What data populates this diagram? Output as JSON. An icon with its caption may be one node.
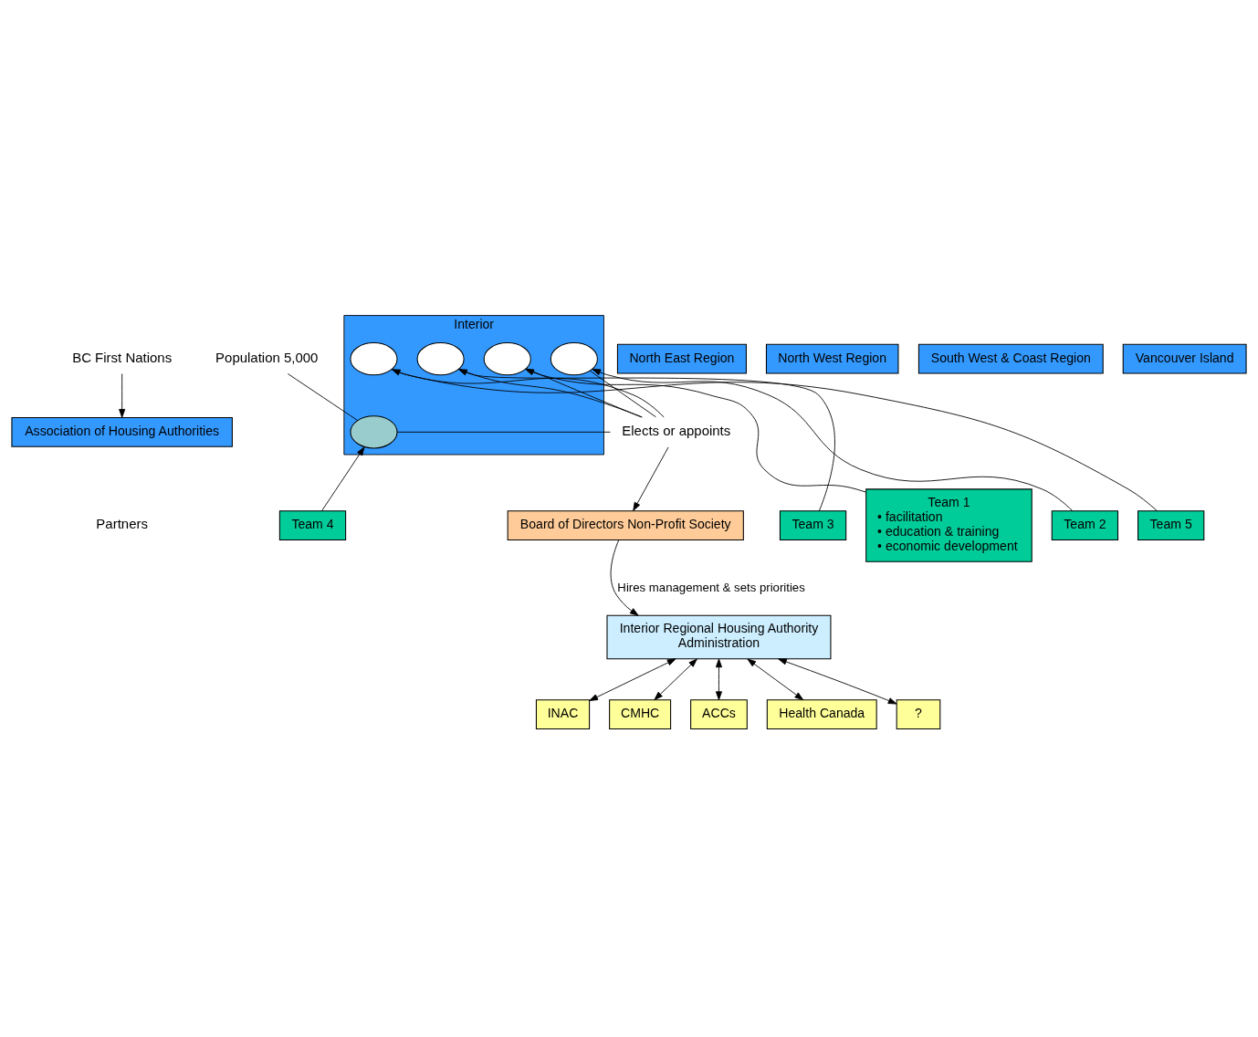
{
  "diagram": {
    "nodes": [
      {
        "text": [
          "BC First Nations"
        ]
      },
      {
        "text": [
          "Population 5,000"
        ]
      },
      {
        "text": [
          "North East Region"
        ]
      },
      {
        "text": [
          "North West Region"
        ]
      },
      {
        "text": [
          "Interior"
        ]
      },
      {
        "text": [
          "South West & Coast Region"
        ]
      },
      {
        "text": [
          "Vancouver Island"
        ]
      },
      {
        "text": [
          "Association of Housing Authorities"
        ]
      },
      {
        "text": [],
        "shape": "ellipse",
        "in": 4
      },
      {
        "text": [],
        "shape": "ellipse",
        "in": 4
      },
      {
        "text": [],
        "shape": "ellipse",
        "in": 4
      },
      {
        "text": [],
        "shape": "ellipse",
        "in": 4
      },
      {
        "text": [],
        "shape": "ellipse",
        "in": 4
      },
      {
        "text": [
          "Elects or appoints"
        ]
      },
      {
        "text": [
          "Board of Directors Non-Profit Society"
        ]
      },
      {
        "text": [
          "Team 1",
          "• facilitation",
          "• education & training",
          "• economic development"
        ]
      },
      {
        "text": [
          "Team 2"
        ]
      },
      {
        "text": [
          "Team 3"
        ]
      },
      {
        "text": [
          "Team 4"
        ]
      },
      {
        "text": [
          "Team 5"
        ]
      },
      {
        "text": [
          "Interior Regional Housing Authority",
          "Administration"
        ]
      },
      {
        "text": [
          "INAC"
        ]
      },
      {
        "text": [
          "CMHC"
        ]
      },
      {
        "text": [
          "ACCs"
        ]
      },
      {
        "text": [
          "Health Canada"
        ]
      },
      {
        "text": [
          "?"
        ]
      }
    ],
    "edges": [
      {
        "from": 0,
        "to": 7,
        "arrow": "to"
      },
      {
        "from": 1,
        "to": 9,
        "arrow": "none"
      },
      {
        "from": 13,
        "to": 8,
        "arrow": "none"
      },
      {
        "from": 13,
        "to": 10,
        "arrow": "none"
      },
      {
        "from": 13,
        "to": 9,
        "arrow": "none"
      },
      {
        "from": 13,
        "to": 11,
        "arrow": "none"
      },
      {
        "from": 13,
        "to": 12,
        "arrow": "none"
      },
      {
        "from": 13,
        "to": 14,
        "arrow": "to"
      },
      {
        "from": 15,
        "to": 10,
        "arrow": "to"
      },
      {
        "from": 16,
        "to": 8,
        "arrow": "to"
      },
      {
        "from": 17,
        "to": 11,
        "arrow": "to"
      },
      {
        "from": 18,
        "to": 9,
        "arrow": "to"
      },
      {
        "from": 19,
        "to": 12,
        "arrow": "to"
      },
      {
        "from": 14,
        "to": 20,
        "arrow": "to",
        "label": "Hires management & sets priorities"
      },
      {
        "from": 20,
        "to": 21,
        "arrow": "both"
      },
      {
        "from": 20,
        "to": 22,
        "arrow": "both"
      },
      {
        "from": 20,
        "to": 23,
        "arrow": "both"
      },
      {
        "from": 20,
        "to": 24,
        "arrow": "both"
      },
      {
        "from": 20,
        "to": 25,
        "arrow": "both"
      }
    ],
    "labels": [
      "Partners"
    ]
  }
}
